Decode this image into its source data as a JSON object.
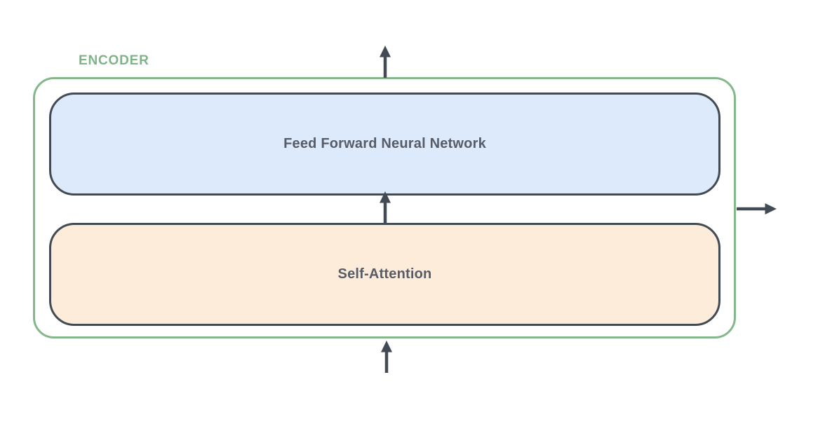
{
  "diagram": {
    "title": "ENCODER",
    "blocks": [
      {
        "id": "feed-forward",
        "label": "Feed Forward Neural Network",
        "fill": "#ddeafc"
      },
      {
        "id": "self-attention",
        "label": "Self-Attention",
        "fill": "#fcecd9"
      }
    ],
    "arrows": [
      {
        "name": "encoder-output-top-arrow",
        "direction": "up"
      },
      {
        "name": "self-attention-to-ffnn-arrow",
        "direction": "up"
      },
      {
        "name": "encoder-input-arrow",
        "direction": "up"
      },
      {
        "name": "encoder-output-right-arrow",
        "direction": "right"
      }
    ],
    "colors": {
      "background": "#ffffff",
      "encoder_border": "#84b88b",
      "encoder_label": "#7eb487",
      "block_border": "#424a54",
      "block_text": "#575c66",
      "arrow": "#424a54",
      "ffnn_fill": "#ddeafc",
      "self_attention_fill": "#fcecd9"
    }
  }
}
